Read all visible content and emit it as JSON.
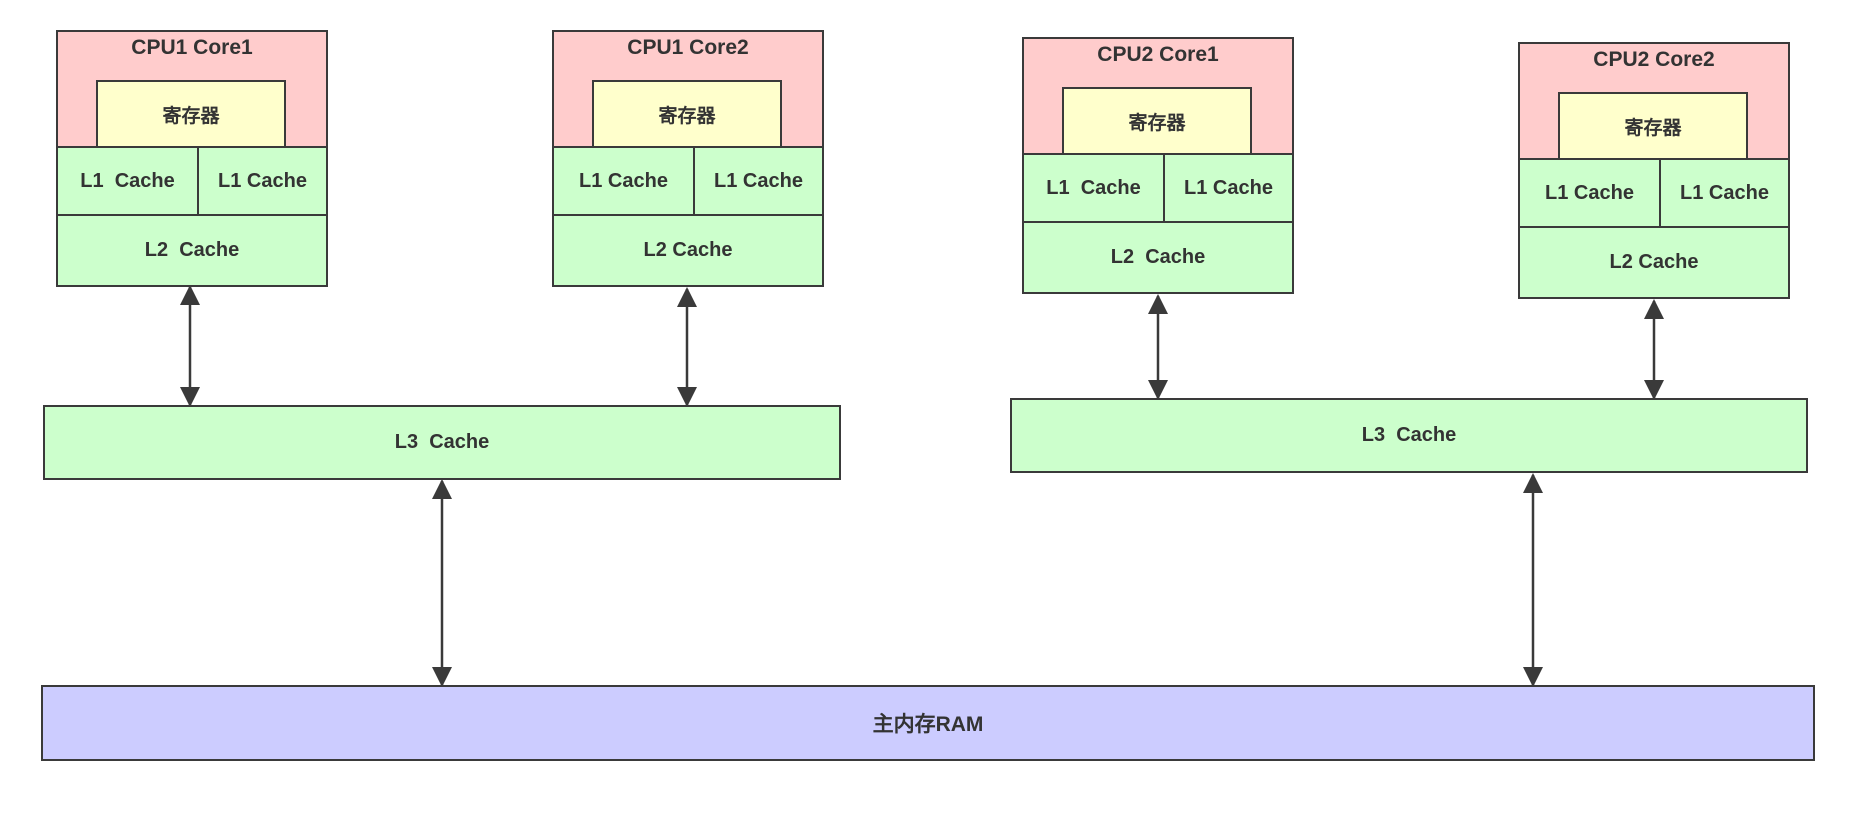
{
  "cores": [
    {
      "title": "CPU1 Core1",
      "register": "寄存器",
      "l1_left": "L1  Cache",
      "l1_right": "L1 Cache",
      "l2": "L2  Cache"
    },
    {
      "title": "CPU1 Core2",
      "register": "寄存器",
      "l1_left": "L1 Cache",
      "l1_right": "L1 Cache",
      "l2": "L2 Cache"
    },
    {
      "title": "CPU2 Core1",
      "register": "寄存器",
      "l1_left": "L1  Cache",
      "l1_right": "L1 Cache",
      "l2": "L2  Cache"
    },
    {
      "title": "CPU2 Core2",
      "register": "寄存器",
      "l1_left": "L1 Cache",
      "l1_right": "L1 Cache",
      "l2": "L2 Cache"
    }
  ],
  "l3": [
    {
      "label": "L3  Cache"
    },
    {
      "label": "L3  Cache"
    }
  ],
  "ram": {
    "label": "主内存RAM"
  },
  "colors": {
    "core_header": "#ffcccc",
    "register": "#ffffcc",
    "cache": "#ccffcc",
    "ram": "#ccccff",
    "stroke": "#3a3a3a"
  }
}
